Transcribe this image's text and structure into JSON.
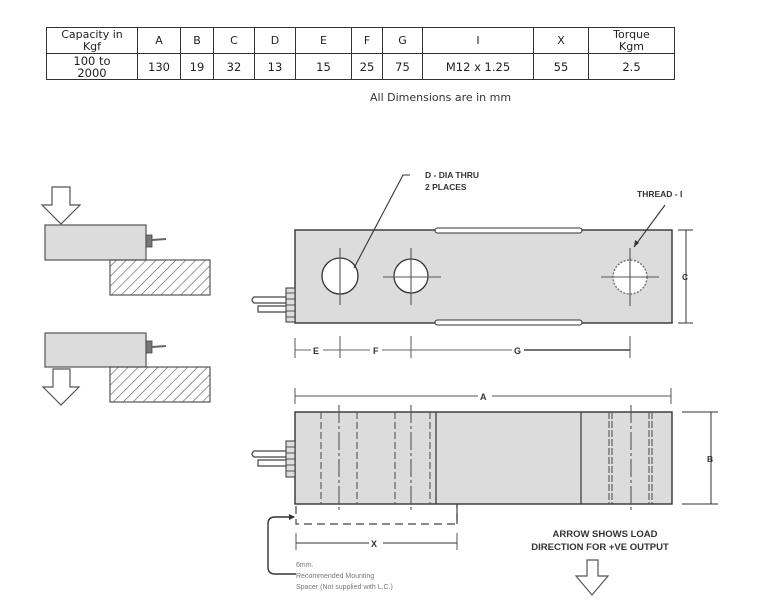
{
  "table": {
    "headers": [
      "Capacity  in Kgf",
      "A",
      "B",
      "C",
      "D",
      "E",
      "F",
      "G",
      "I",
      "X",
      "Torque Kgm"
    ],
    "header_lines": [
      [
        "Capacity  in",
        "Kgf"
      ],
      [
        "A"
      ],
      [
        "B"
      ],
      [
        "C"
      ],
      [
        "D"
      ],
      [
        "E"
      ],
      [
        "F"
      ],
      [
        "G"
      ],
      [
        "I"
      ],
      [
        "X"
      ],
      [
        "Torque",
        "Kgm"
      ]
    ],
    "rows": [
      {
        "capacity_lines": [
          "100 to",
          "2000"
        ],
        "cells": [
          "130",
          "19",
          "32",
          "13",
          "15",
          "25",
          "75",
          "M12 x 1.25",
          "55",
          "2.5"
        ]
      }
    ]
  },
  "note": "All Dimensions are in mm",
  "labels": {
    "d_dia_line1": "D - DIA THRU",
    "d_dia_line2": "2 PLACES",
    "thread": "THREAD - I",
    "dim_c": "C",
    "dim_e": "E",
    "dim_f": "F",
    "dim_g": "G",
    "dim_a": "A",
    "dim_b": "B",
    "dim_x": "X",
    "spacer_line1": "6mm.",
    "spacer_line2": "Recommended Mounting",
    "spacer_line3": "Spacer (Not supplied with L.C.)",
    "arrow_note_line1": "ARROW SHOWS LOAD",
    "arrow_note_line2": "DIRECTION FOR +VE OUTPUT"
  },
  "colors": {
    "body_fill": "#dcdcdc",
    "outline": "#333333",
    "hatch": "#555555"
  }
}
